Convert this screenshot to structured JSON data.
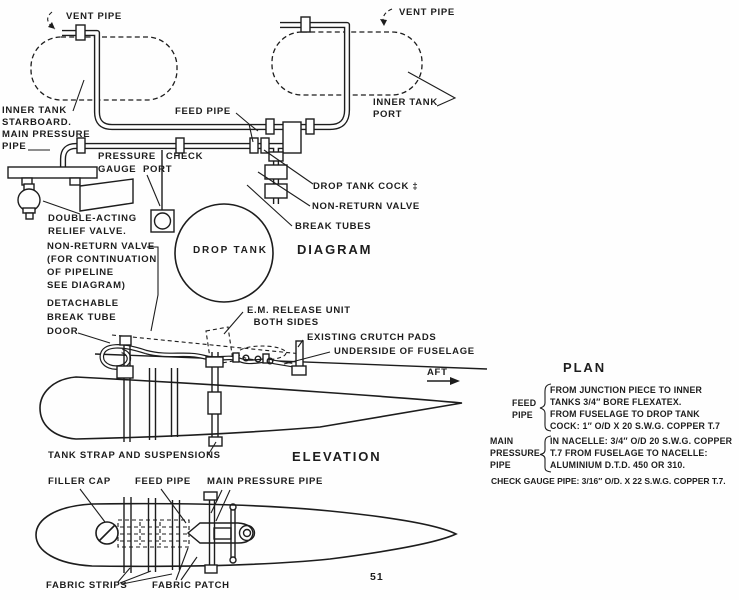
{
  "page": {
    "number": "51"
  },
  "colors": {
    "ink": "#1d1d1d",
    "paper": "#fefefe"
  },
  "schematic": {
    "heading": "DIAGRAM",
    "labels": {
      "vent_pipe_stbd": "VENT PIPE",
      "vent_pipe_port": "VENT PIPE",
      "inner_tank_starboard": "INNER TANK\nSTARBOARD.\nMAIN PRESSURE\nPIPE",
      "inner_tank_port": "INNER TANK\nPORT",
      "feed_pipe": "FEED PIPE",
      "pressure_check_gauge_port": "PRESSURE   CHECK\nGAUGE  PORT",
      "drop_tank_cock": "DROP TANK COCK ‡",
      "non_return_valve": "NON-RETURN VALVE",
      "break_tubes": "BREAK TUBES",
      "drop_tank": "DROP TANK",
      "double_acting_relief_valve": "DOUBLE-ACTING\nRELIEF VALVE.",
      "non_return_valve_continuation": "NON-RETURN VALVE\n(FOR CONTINUATION\nOF PIPELINE\nSEE DIAGRAM)",
      "detachable_break_tube_door": "DETACHABLE\nBREAK TUBE\nDOOR"
    }
  },
  "elevation": {
    "heading": "ELEVATION",
    "labels": {
      "em_release_unit": "E.M. RELEASE UNIT\n  BOTH SIDES",
      "existing_crutch_pads": "EXISTING CRUTCH PADS",
      "underside_of_fuselage": "UNDERSIDE OF FUSELAGE",
      "aft": "AFT",
      "tank_strap_and_suspensions": "TANK STRAP AND SUSPENSIONS"
    }
  },
  "plan_view": {
    "labels": {
      "filler_cap": "FILLER CAP",
      "feed_pipe": "FEED PIPE",
      "main_pressure_pipe": "MAIN PRESSURE PIPE",
      "fabric_strips": "FABRIC STRIPS",
      "fabric_patch": "FABRIC PATCH"
    }
  },
  "notes": {
    "heading": "PLAN",
    "feed_pipe": {
      "label": "FEED\nPIPE",
      "text": "FROM JUNCTION PIECE TO INNER\nTANKS 3/4″ BORE FLEXATEX.\nFROM FUSELAGE TO DROP TANK\nCOCK: 1″ O/D X 20 S.W.G. COPPER T.7"
    },
    "main_pressure_pipe": {
      "label": "MAIN\nPRESSURE\nPIPE",
      "text": "IN NACELLE: 3/4″ O/D 20 S.W.G. COPPER\nT.7 FROM FUSELAGE TO NACELLE:\nALUMINIUM D.T.D. 450 OR 310."
    },
    "check_gauge_pipe": "CHECK GAUGE PIPE: 3/16″ O/D. X 22 S.W.G. COPPER T.7."
  }
}
